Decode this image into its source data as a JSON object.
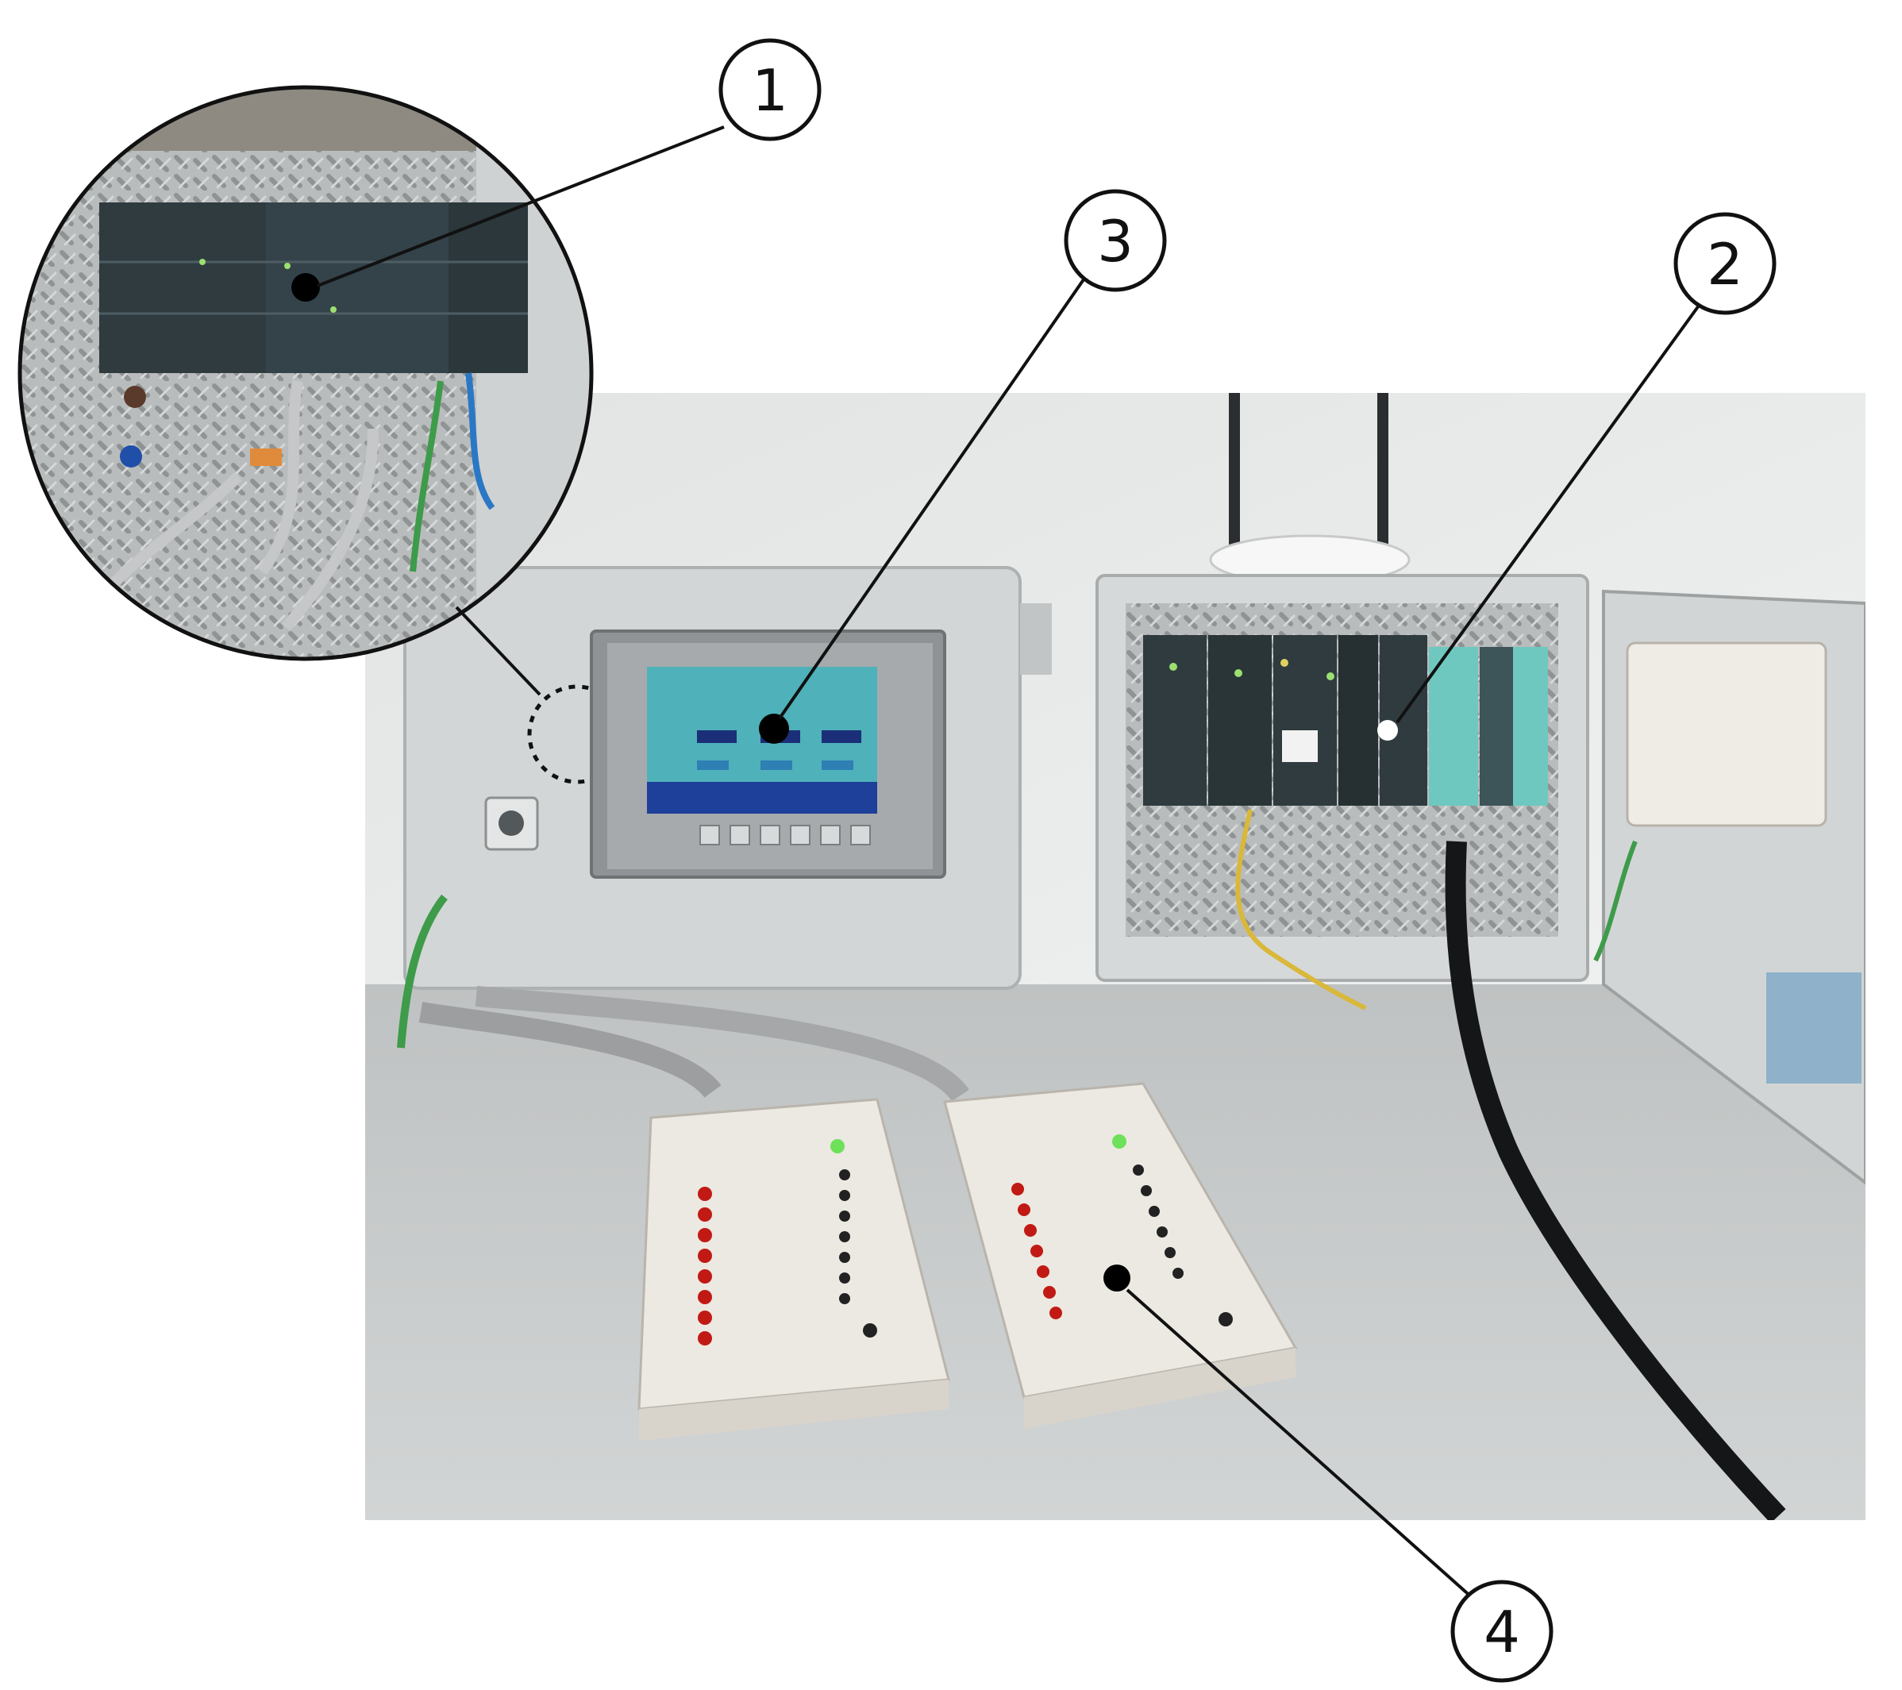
{
  "callouts": [
    {
      "number": "1"
    },
    {
      "number": "2"
    },
    {
      "number": "3"
    },
    {
      "number": "4"
    }
  ],
  "colors": {
    "wall": "#e8eaea",
    "table": "#c9cccc",
    "cabinet": "#d9dcdc",
    "hmi_screen": "#4fb1b9",
    "plc_module": "#2f3b3f",
    "io_module_accent": "#6ec8c0",
    "led_red": "#c11a14",
    "led_green": "#6ee05a",
    "cable_green": "#3e9b4a",
    "cable_yellow": "#d9b83a"
  }
}
